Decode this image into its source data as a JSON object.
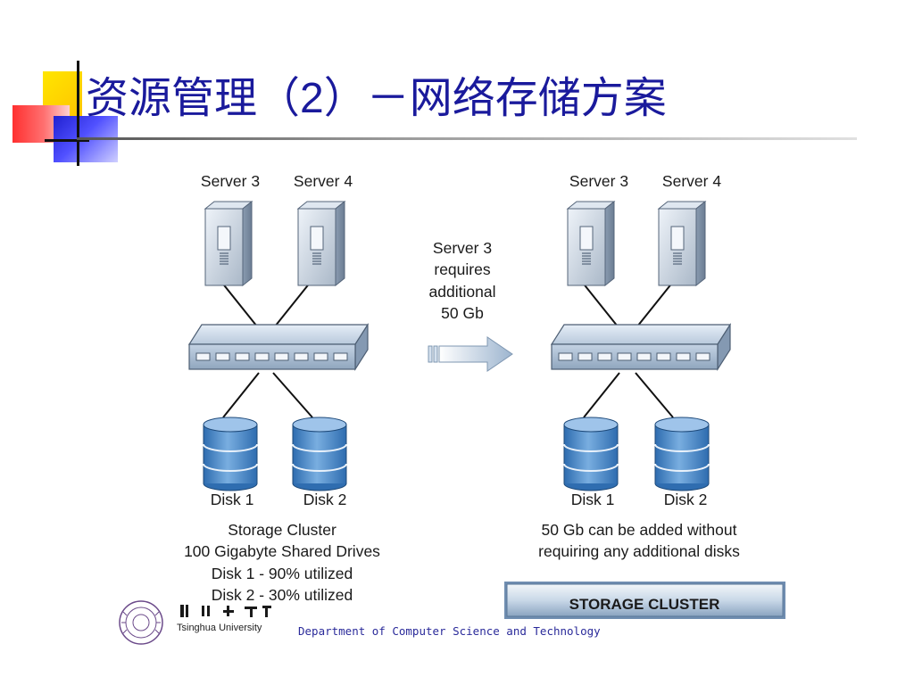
{
  "slide": {
    "title_prefix": "资源管理（",
    "title_number": "2",
    "title_suffix": "）－网络存储方案"
  },
  "diagram": {
    "left_panel": {
      "servers": [
        "Server 3",
        "Server 4"
      ],
      "disks": [
        "Disk 1",
        "Disk 2"
      ],
      "caption": [
        "Storage Cluster",
        "100 Gigabyte Shared Drives",
        "Disk 1 - 90% utilized",
        "Disk 2 - 30% utilized"
      ]
    },
    "middle": {
      "note": [
        "Server 3",
        "requires",
        "additional",
        "50 Gb"
      ]
    },
    "right_panel": {
      "servers": [
        "Server 3",
        "Server 4"
      ],
      "disks": [
        "Disk 1",
        "Disk 2"
      ],
      "caption": [
        "50 Gb can be added without",
        "requiring any additional disks"
      ],
      "banner": "STORAGE CLUSTER"
    }
  },
  "footer": {
    "university": "Tsinghua University",
    "department": "Department of Computer Science and Technology"
  },
  "colors": {
    "title": "#1a1a9c",
    "disk": "#4a86c6",
    "server": "#cfd8e4",
    "switch": "#bfcfe0",
    "department": "#2a2a9a"
  }
}
